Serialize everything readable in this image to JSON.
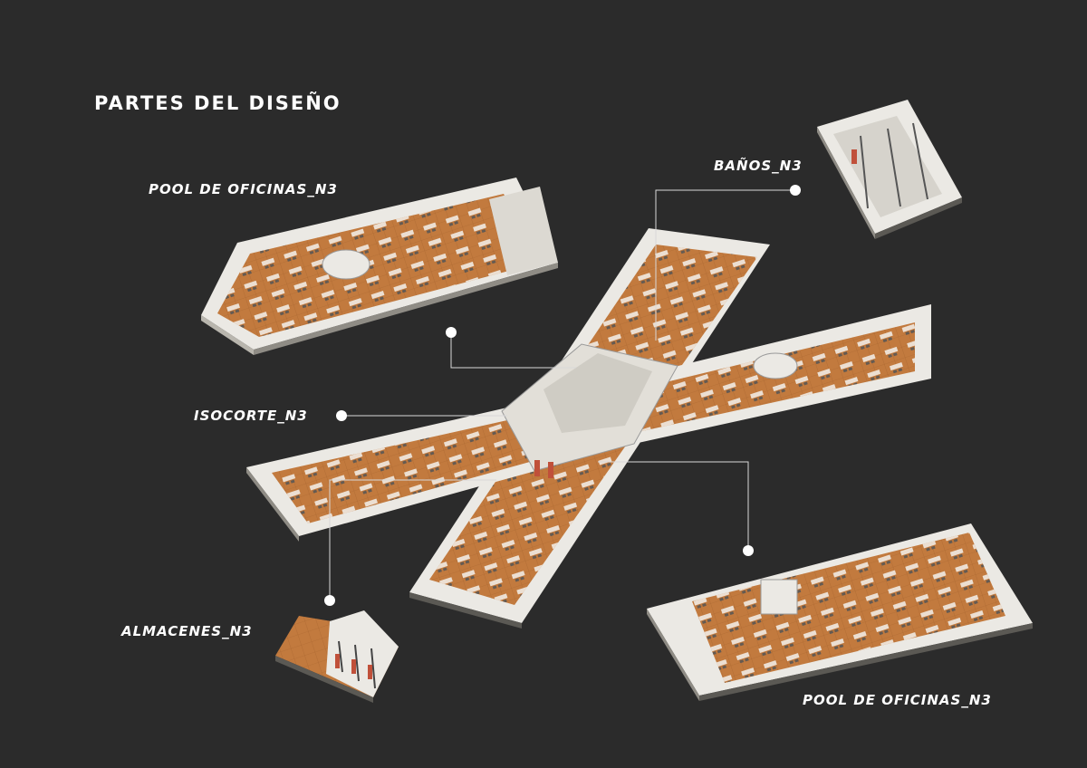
{
  "title": "PARTES DEL DISEÑO",
  "labels": {
    "pool_top": "POOL DE OFICINAS_N3",
    "banos": "BAÑOS_N3",
    "isocorte": "ISOCORTE_N3",
    "almacenes": "ALMACENES_N3",
    "pool_bottom": "POOL DE OFICINAS_N3"
  },
  "colors": {
    "background": "#2b2b2b",
    "floor": "#c27a3e",
    "wall": "#ebe9e4",
    "wall_shade": "#b9b6ae",
    "accent": "#c0503a",
    "text": "#ffffff"
  }
}
